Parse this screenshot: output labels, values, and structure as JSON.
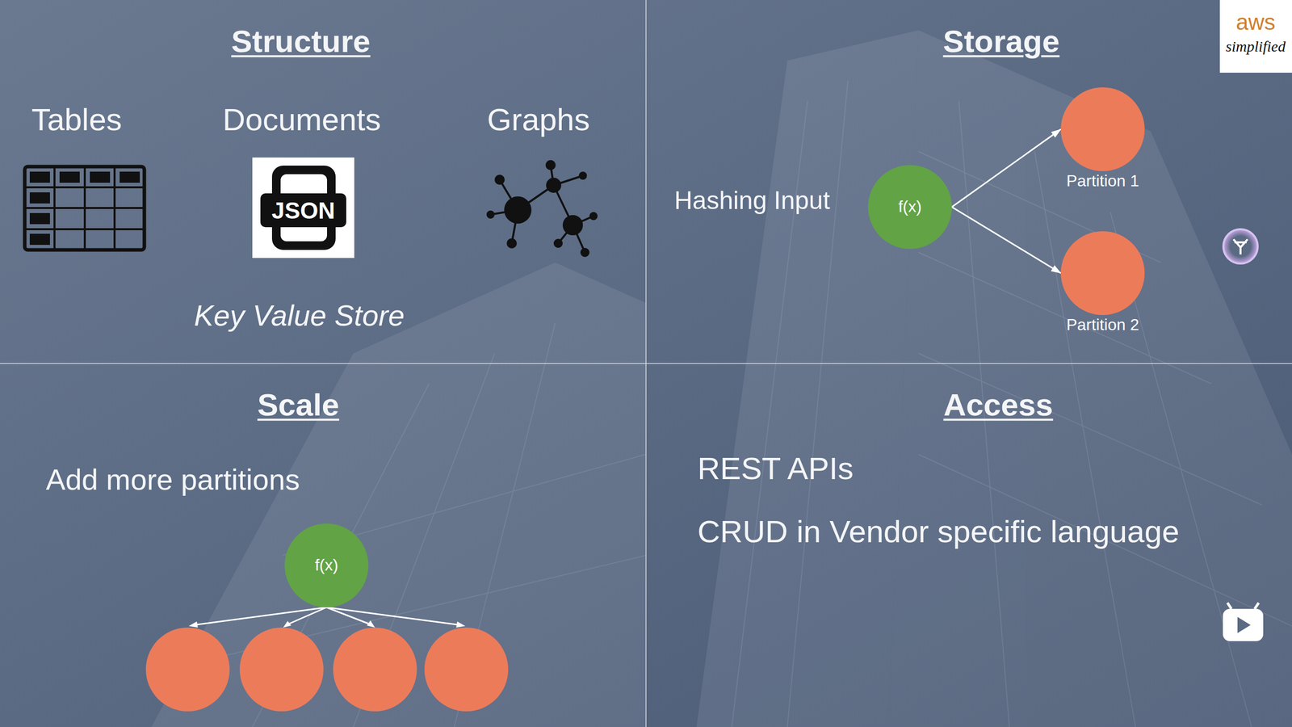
{
  "diagram": {
    "nodes": [
      {
        "text": [
          "f(x)"
        ]
      },
      {
        "text": [
          "Partition 1"
        ]
      },
      {
        "text": [
          "Partition 2"
        ]
      },
      {
        "text": [
          "f(x)"
        ]
      }
    ],
    "edges": [
      {
        "from": 0,
        "to": 1,
        "arrow": "to"
      },
      {
        "from": 0,
        "to": 2,
        "arrow": "to"
      }
    ],
    "labels": [
      "Structure",
      "Tables",
      "Documents",
      "Graphs",
      "JSON",
      "Key Value Store",
      "Storage",
      "Hashing Input",
      "aws",
      "simplified",
      "Scale",
      "Add more partitions",
      "Access",
      "REST APIs",
      "CRUD in Vendor specific language"
    ]
  }
}
